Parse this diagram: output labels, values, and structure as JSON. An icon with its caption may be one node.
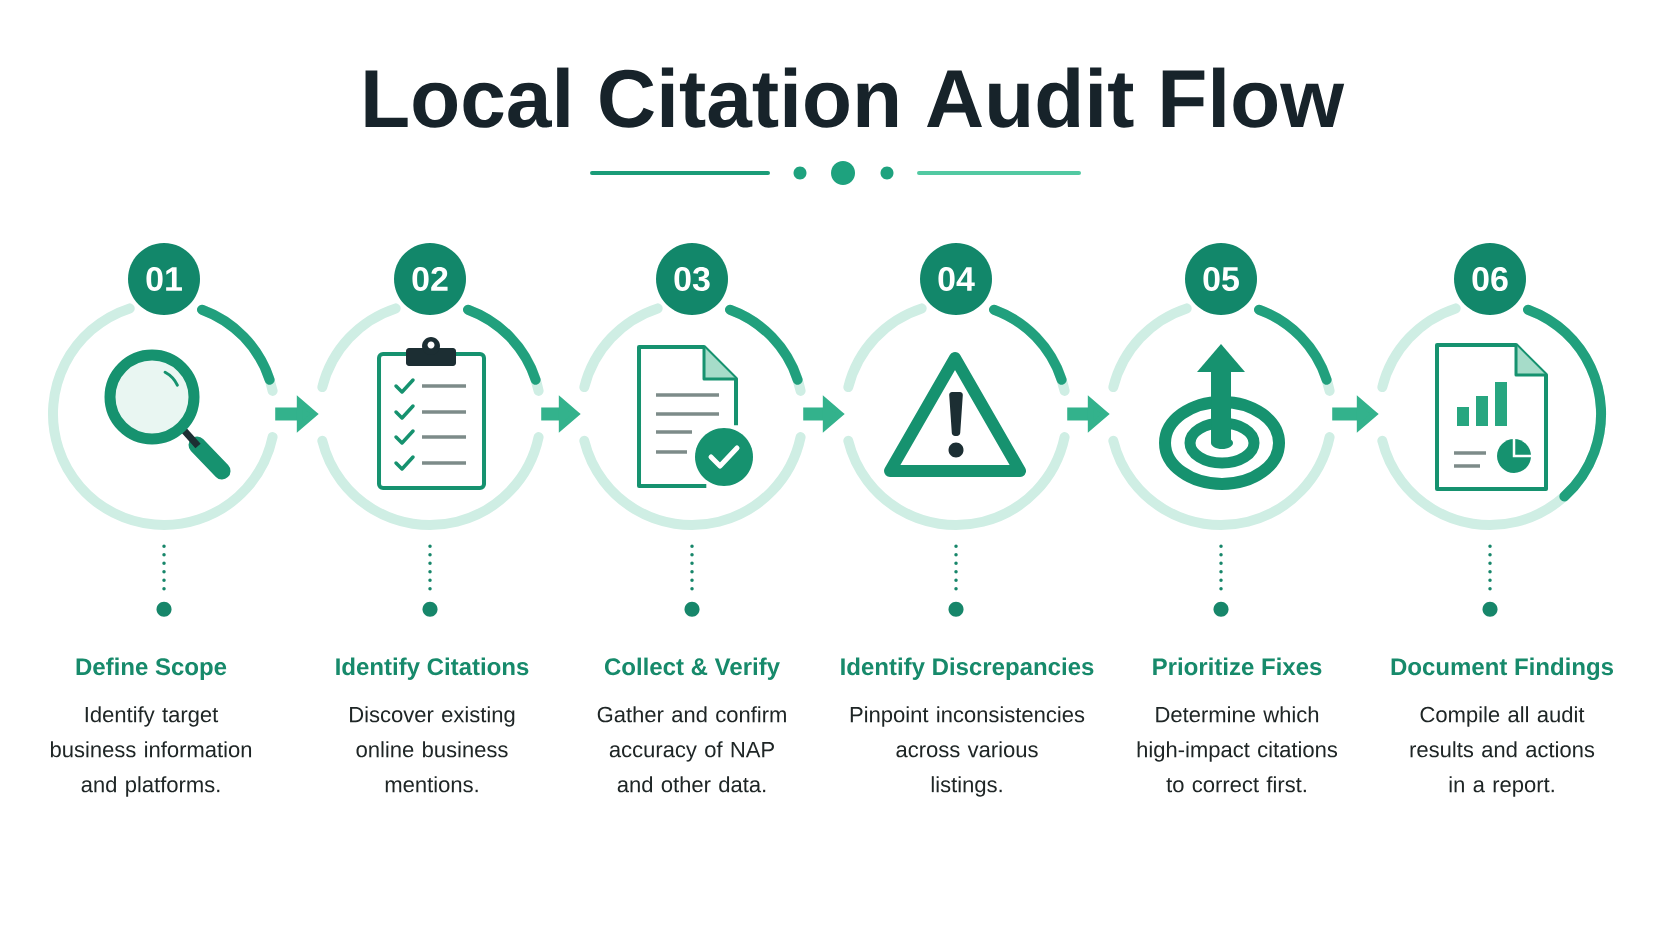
{
  "diagram": {
    "title": "Local Citation Audit Flow",
    "nodes": [
      {
        "text": [
          "01"
        ]
      },
      {
        "text": [
          "02"
        ]
      },
      {
        "text": [
          "03"
        ]
      },
      {
        "text": [
          "04"
        ]
      },
      {
        "text": [
          "05"
        ]
      },
      {
        "text": [
          "06"
        ]
      },
      {
        "text": [
          "Define Scope",
          "Identify target business information and platforms."
        ]
      },
      {
        "text": [
          "Identify Citations",
          "Discover existing online business mentions."
        ]
      },
      {
        "text": [
          "Collect & Verify",
          "Gather and confirm accuracy of NAP and other data."
        ]
      },
      {
        "text": [
          "Identify Discrepancies",
          "Pinpoint inconsistencies across various listings."
        ]
      },
      {
        "text": [
          "Prioritize Fixes",
          "Determine which high-impact citations to correct first."
        ]
      },
      {
        "text": [
          "Document Findings",
          "Compile all audit results and actions in a report."
        ]
      }
    ],
    "edges": [
      {
        "from": 0,
        "to": 1,
        "arrow": "to",
        "style": "thick",
        "color": "#33b28c"
      },
      {
        "from": 1,
        "to": 2,
        "arrow": "to",
        "style": "thick",
        "color": "#33b28c"
      },
      {
        "from": 2,
        "to": 3,
        "arrow": "to",
        "style": "thick",
        "color": "#33b28c"
      },
      {
        "from": 3,
        "to": 4,
        "arrow": "to",
        "style": "thick",
        "color": "#33b28c"
      },
      {
        "from": 4,
        "to": 5,
        "arrow": "to",
        "style": "thick",
        "color": "#33b28c"
      },
      {
        "from": 0,
        "to": 6,
        "arrow": "other",
        "style": "dashed"
      },
      {
        "from": 1,
        "to": 7,
        "arrow": "other",
        "style": "dashed"
      },
      {
        "from": 2,
        "to": 8,
        "arrow": "other",
        "style": "dashed"
      },
      {
        "from": 3,
        "to": 9,
        "arrow": "other",
        "style": "dashed"
      },
      {
        "from": 4,
        "to": 10,
        "arrow": "other",
        "style": "dashed"
      },
      {
        "from": 5,
        "to": 11,
        "arrow": "other",
        "style": "dashed"
      }
    ]
  }
}
